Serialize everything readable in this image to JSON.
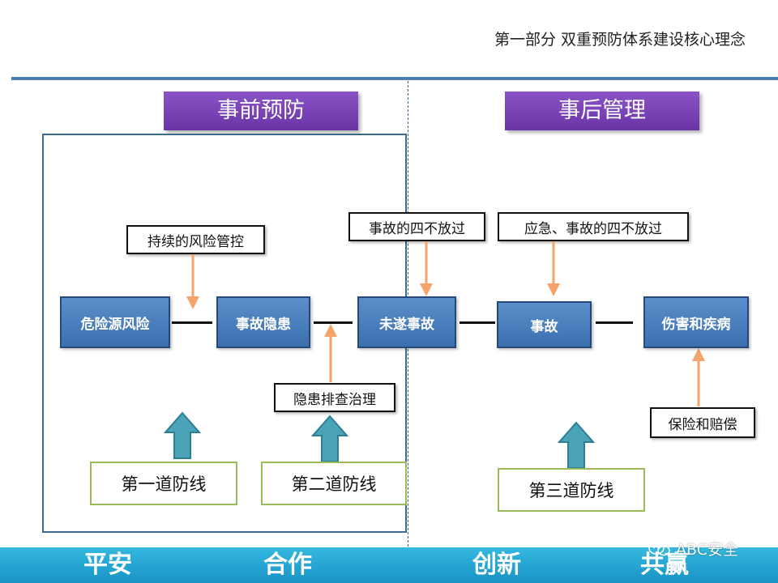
{
  "header": {
    "title": "第一部分  双重预防体系建设核心理念"
  },
  "phases": {
    "prevention": "事前预防",
    "aftermath": "事后管理"
  },
  "nodes": [
    "危险源风险",
    "事故隐患",
    "未遂事故",
    "事故",
    "伤害和疾病"
  ],
  "notes": {
    "risk_control": "持续的风险管控",
    "four_not_release": "事故的四不放过",
    "emergency_four_not_release": "应急、事故的四不放过",
    "hazard_treatment": "隐患排查治理",
    "insurance": "保险和赔偿"
  },
  "defense_lines": [
    "第一道防线",
    "第二道防线",
    "第三道防线"
  ],
  "footer": {
    "mottos": [
      "平安",
      "合作",
      "创新",
      "共赢"
    ],
    "watermark": "ABC安全"
  },
  "colors": {
    "phase_tab": "#7a44b8",
    "node_fill": "#4a7fbf",
    "thin_arrow": "#f4a36a",
    "block_arrow": "#4aa3b6",
    "defense_border": "#9bbb59",
    "footer": "#1fa3d4"
  }
}
